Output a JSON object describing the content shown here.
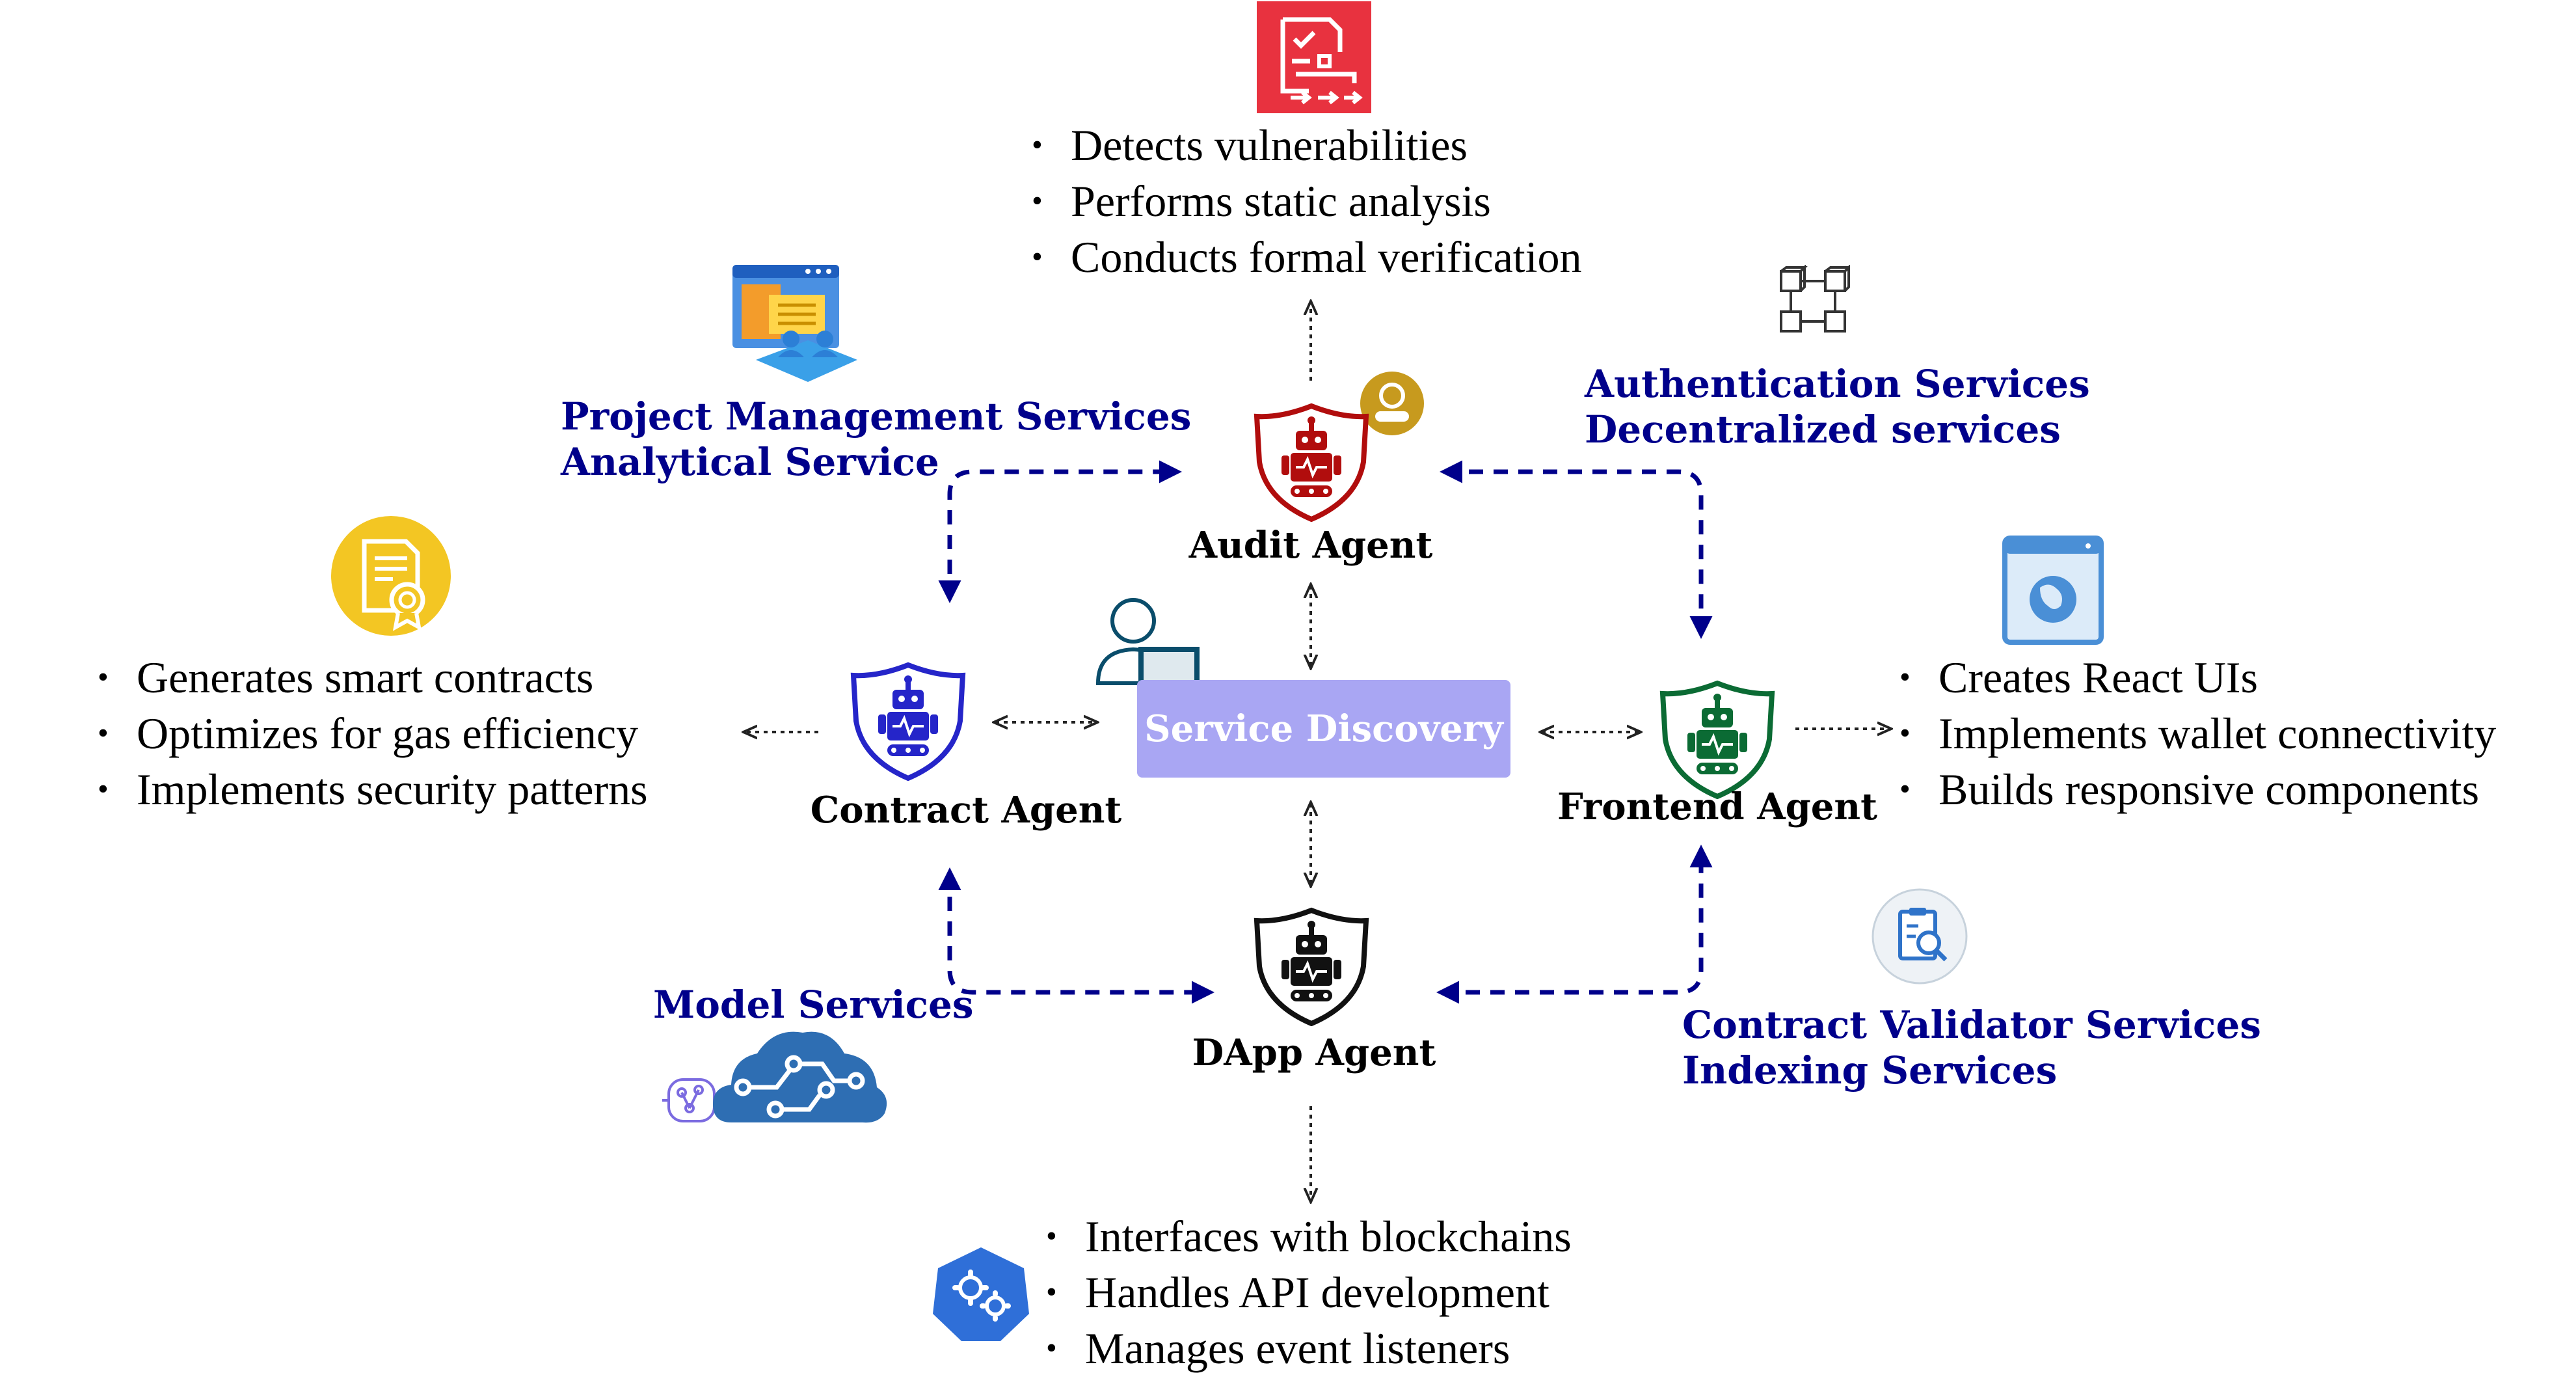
{
  "hub": {
    "label": "Service Discovery"
  },
  "agents": {
    "audit": {
      "label": "Audit Agent",
      "color": "#b10d0d"
    },
    "contract": {
      "label": "Contract Agent",
      "color": "#2525c9"
    },
    "frontend": {
      "label": "Frontend Agent",
      "color": "#0b6b34"
    },
    "dapp": {
      "label": "DApp Agent",
      "color": "#111111"
    }
  },
  "responsibilities": {
    "audit": [
      "Detects vulnerabilities",
      "Performs static analysis",
      "Conducts formal verification"
    ],
    "contract": [
      "Generates smart contracts",
      "Optimizes for gas efficiency",
      "Implements security patterns"
    ],
    "frontend": [
      "Creates React UIs",
      "Implements wallet connectivity",
      "Builds responsive components"
    ],
    "dapp": [
      "Interfaces with blockchains",
      "Handles API development",
      "Manages event listeners"
    ]
  },
  "services": {
    "top_left": [
      "Project Management Services",
      "Analytical Service"
    ],
    "top_right": [
      "Authentication Services",
      "Decentralized services"
    ],
    "bottom_left": [
      "Model Services"
    ],
    "bottom_right": [
      "Contract Validator Services",
      "Indexing Services"
    ]
  },
  "colors": {
    "service_text": "#00008b",
    "hub_fill": "#a9a6f3",
    "arrow_dashed": "#00008b",
    "arrow_dotted": "#222222"
  },
  "icons": {
    "audit_checklist": "checklist-icon",
    "project_window": "project-window-icon",
    "blockchain": "blockchain-blocks-icon",
    "certificate": "certificate-icon",
    "user_avatar": "user-avatar-icon",
    "admin_monitor": "admin-monitor-icon",
    "web_browser": "web-browser-icon",
    "search_clipboard": "clipboard-search-icon",
    "ai_brain": "ai-brain-icon",
    "kubernetes": "kubernetes-icon"
  }
}
